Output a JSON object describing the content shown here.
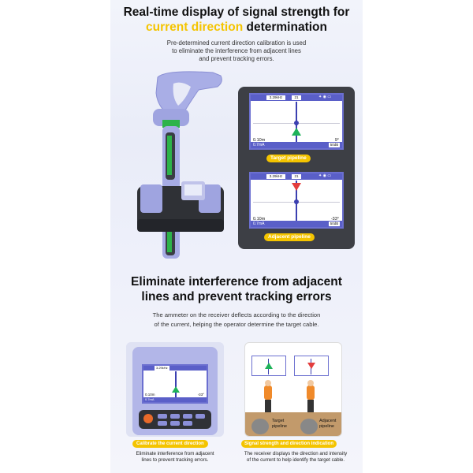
{
  "section1": {
    "title_line1": "Real-time display of signal strength for",
    "title_highlight": "current direction",
    "title_rest": " determination",
    "desc_line1": "Pre-determined current direction calibration is used",
    "desc_line2": "to eliminate the interference from adjacent lines",
    "desc_line3": "and prevent tracking errors."
  },
  "screens": [
    {
      "freq": "3.29kHz",
      "channel": "21",
      "depth": "0.10m",
      "angle": "9°",
      "current": "0.7mA",
      "db": "50dB",
      "label": "Target pipeline",
      "arrow": "up",
      "arrow_color": "#1fb25a"
    },
    {
      "freq": "3.29kHz",
      "channel": "21",
      "depth": "0.10m",
      "angle": "-33°",
      "current": "0.7mA",
      "db": "50dB",
      "label": "Adjacent pipeline",
      "arrow": "down",
      "arrow_color": "#e33d3d"
    }
  ],
  "section2": {
    "title_line1": "Eliminate interference from adjacent",
    "title_line2": "lines and prevent tracking errors",
    "desc_line1": "The ammeter on the receiver deflects according to the direction",
    "desc_line2": "of the current, helping the operator determine the target cable."
  },
  "cards": [
    {
      "label": "Calibrate the current direction",
      "caption_line1": "Eliminate interference from adjacent",
      "caption_line2": "lines to prevent tracking errors.",
      "screen_freq": "3.29kHz",
      "screen_depth": "0.10m",
      "screen_angle": "-33°",
      "screen_current": "0.7mA"
    },
    {
      "label": "Signal strength and direction indication",
      "caption_line1": "The receiver displays the direction and intensity",
      "caption_line2": "of the current to help identify the target cable.",
      "left_label_line1": "Target",
      "left_label_line2": "pipeline",
      "right_label_line1": "Adjacent",
      "right_label_line2": "pipeline"
    }
  ],
  "colors": {
    "accent": "#f4c400",
    "brand": "#6b6fd0",
    "panel": "#3d3f45"
  }
}
